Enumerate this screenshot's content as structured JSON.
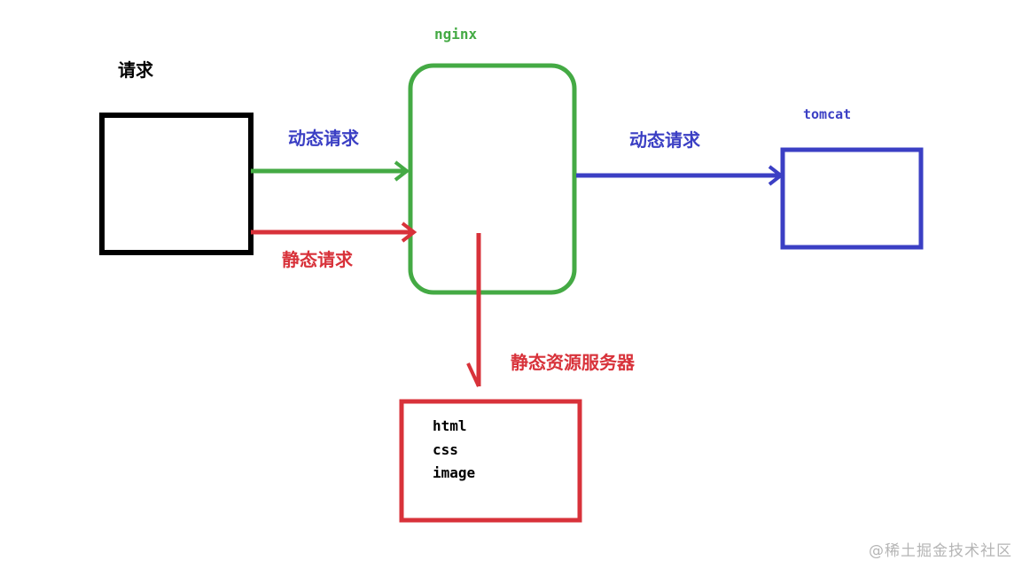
{
  "colors": {
    "client": "#000000",
    "nginx": "#44aa44",
    "dynamic": "#3b3fc4",
    "static": "#d8323a"
  },
  "labels": {
    "request": "请求",
    "nginx": "nginx",
    "tomcat": "tomcat",
    "dynamic_request_left": "动态请求",
    "static_request": "静态请求",
    "dynamic_request_right": "动态请求",
    "static_server": "静态资源服务器"
  },
  "static_files": [
    "html",
    "css",
    "image"
  ],
  "watermark": "@稀土掘金技术社区"
}
